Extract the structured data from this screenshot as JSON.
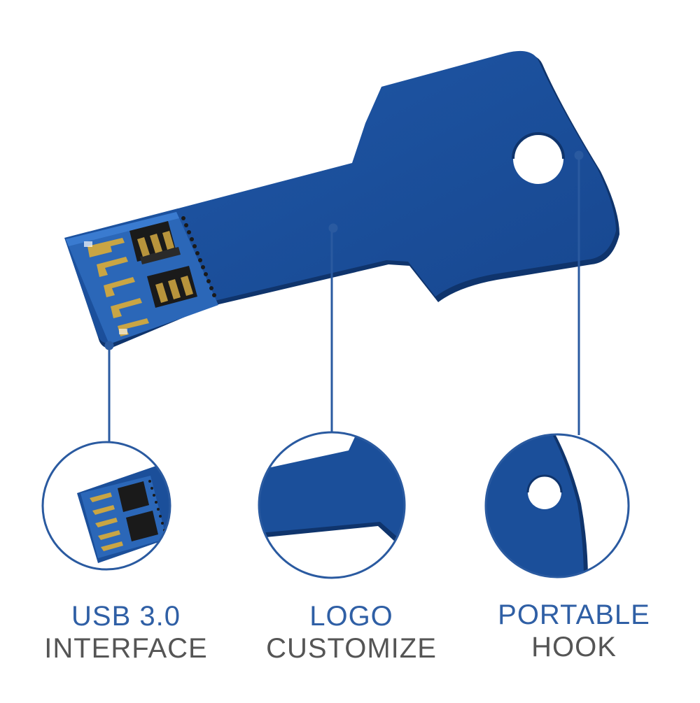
{
  "colors": {
    "key_blue": "#1b4f9a",
    "key_shade": "#123c7a",
    "connector_blue": "#2f6fc0",
    "gold": "#c9a544",
    "contact_dark": "#1a1a1a",
    "line_blue": "#2a5aa0",
    "caption_blue": "#2f5fa5",
    "caption_gray": "#555555"
  },
  "features": [
    {
      "title": "USB 3.0",
      "subtitle": "INTERFACE"
    },
    {
      "title": "LOGO",
      "subtitle": "CUSTOMIZE"
    },
    {
      "title": "PORTABLE",
      "subtitle": "HOOK"
    }
  ]
}
